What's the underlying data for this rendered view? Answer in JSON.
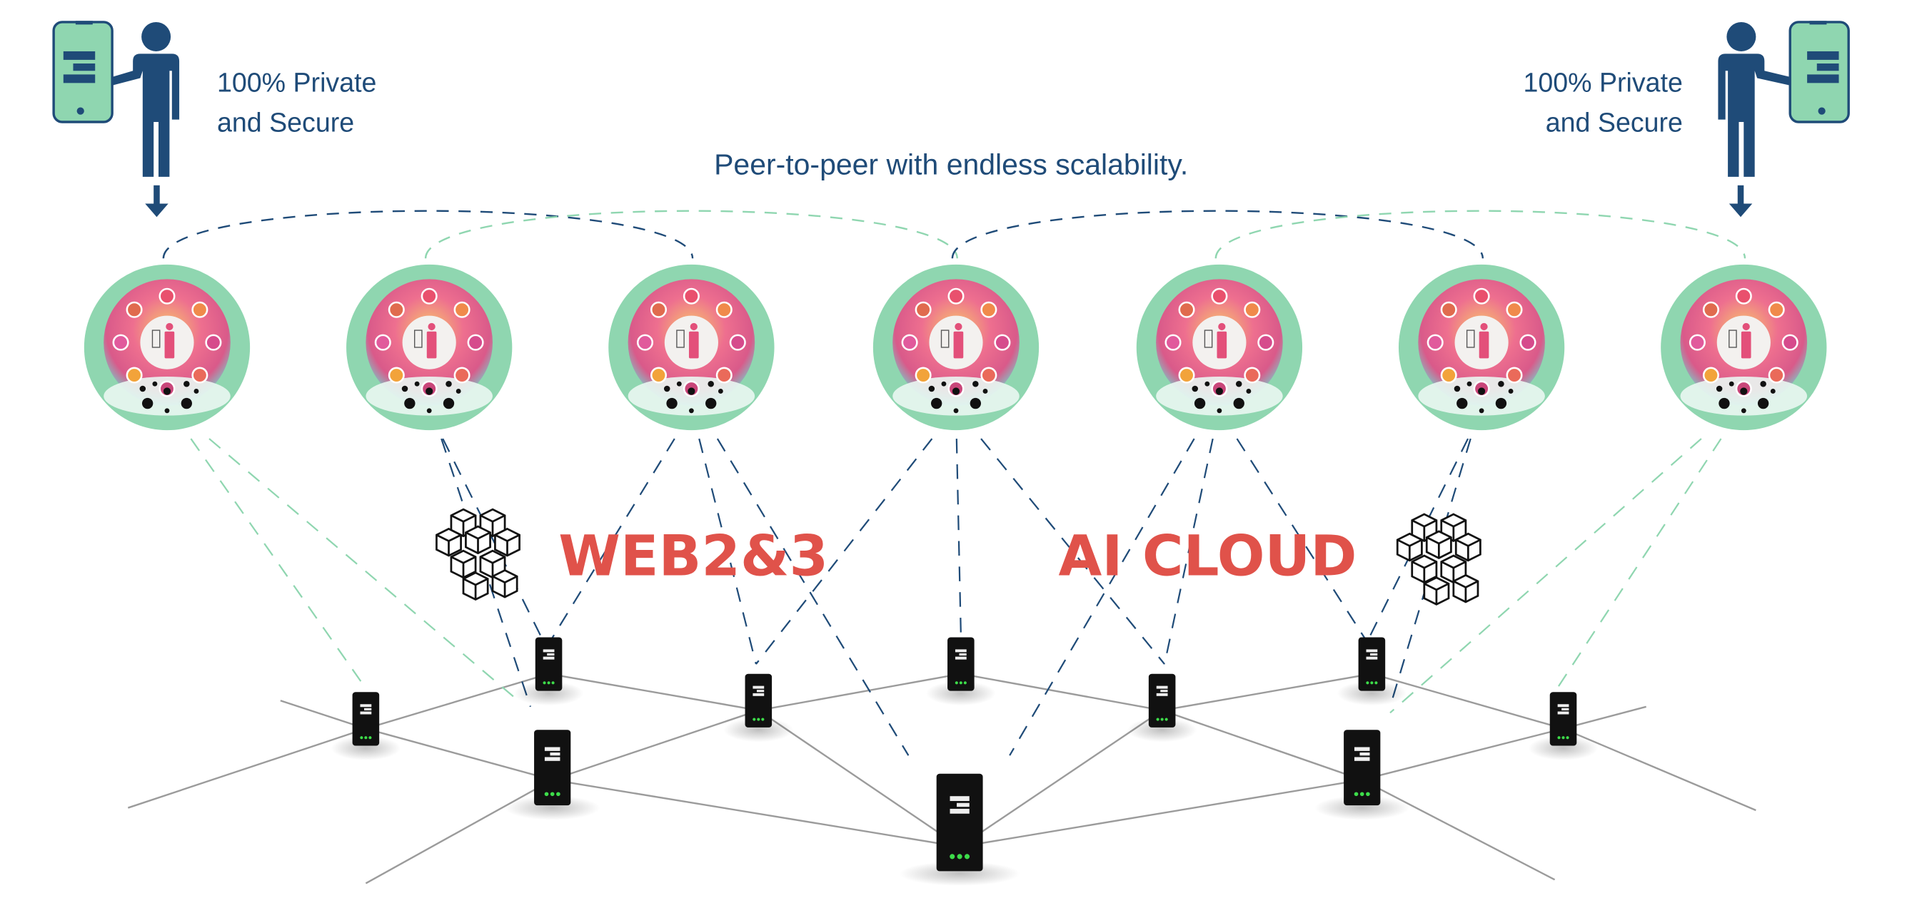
{
  "left_user": {
    "privacy_line1": "100% Private",
    "privacy_line2": "and Secure",
    "icon": "user-with-phone-icon"
  },
  "right_user": {
    "privacy_line1": "100% Private",
    "privacy_line2": "and Secure",
    "icon": "user-with-phone-icon"
  },
  "tagline": "Peer-to-peer with endless scalability.",
  "labels": {
    "web": "WEB2&3",
    "ai": "AI CLOUD"
  },
  "icons": {
    "node": "personal-cloud-node-icon",
    "server": "server-box-icon",
    "cubes": "blocks-cubes-icon"
  },
  "colors": {
    "navy": "#1f4b78",
    "mint": "#8fd6b0",
    "accent_red": "#e0524a",
    "mesh_gray": "#8a8a8a",
    "server_black": "#111111",
    "led_green": "#3ddc4a"
  }
}
